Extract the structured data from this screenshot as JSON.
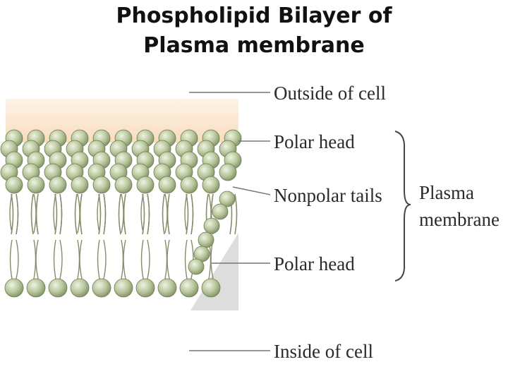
{
  "title": {
    "line1": "Phospholipid Bilayer of",
    "line2": "Plasma membrane"
  },
  "labels": {
    "outside": "Outside of cell",
    "polar_head_top": "Polar head",
    "nonpolar_tails": "Nonpolar tails",
    "polar_head_bottom": "Polar head",
    "inside": "Inside of cell",
    "membrane_line1": "Plasma",
    "membrane_line2": "membrane"
  },
  "colors": {
    "head_fill": "#b6c49a",
    "head_highlight": "#e6eed6",
    "outside_tint": "#fbe6cf",
    "shadow": "#bdbdbd",
    "tail": "#8a8a6a"
  }
}
